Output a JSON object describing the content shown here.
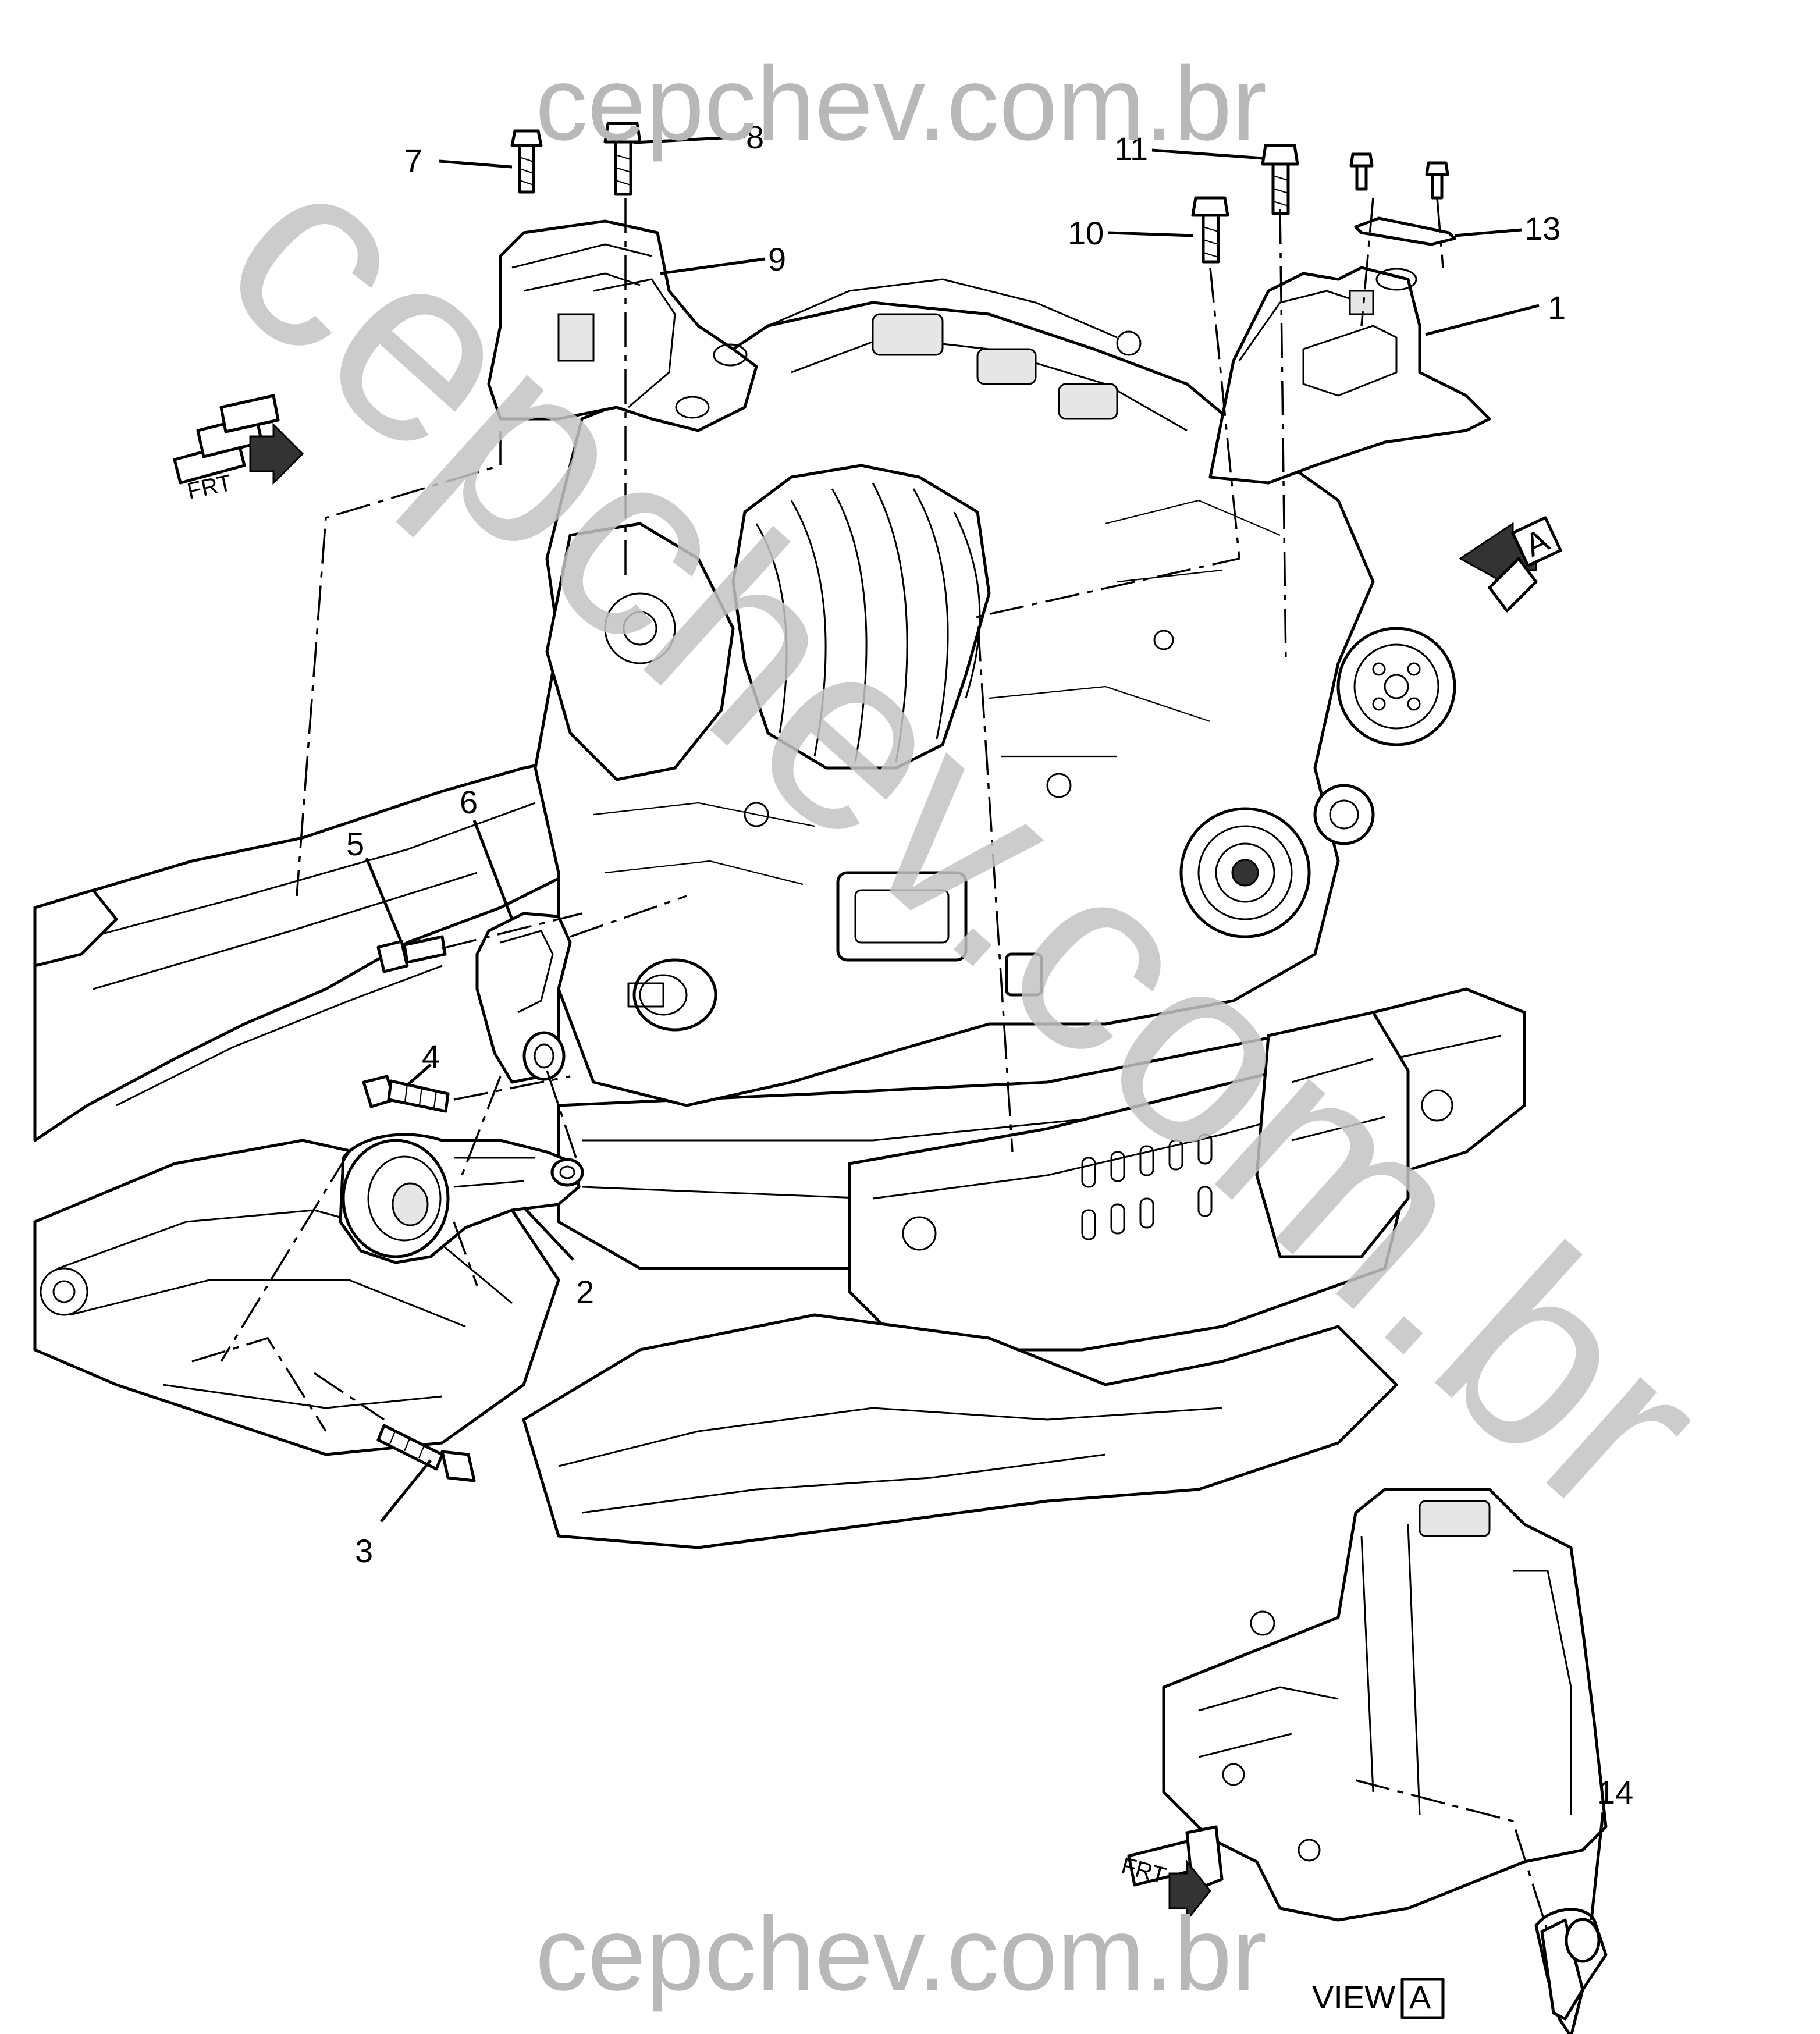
{
  "watermark": {
    "top": "cepchev.com.br",
    "bottom": "cepchev.com.br",
    "diagonal": "cepchev.com.br"
  },
  "callouts": [
    {
      "id": "1",
      "label": "1"
    },
    {
      "id": "2",
      "label": "2"
    },
    {
      "id": "3",
      "label": "3"
    },
    {
      "id": "4",
      "label": "4"
    },
    {
      "id": "5",
      "label": "5"
    },
    {
      "id": "6",
      "label": "6"
    },
    {
      "id": "7",
      "label": "7"
    },
    {
      "id": "8",
      "label": "8"
    },
    {
      "id": "9",
      "label": "9"
    },
    {
      "id": "10",
      "label": "10"
    },
    {
      "id": "11",
      "label": "11"
    },
    {
      "id": "13",
      "label": "13"
    },
    {
      "id": "14",
      "label": "14"
    }
  ],
  "arrows": {
    "frt_main": "FRT",
    "frt_view": "FRT",
    "view_a_marker": "A"
  },
  "view": {
    "label": "VIEW",
    "letter": "A"
  },
  "colors": {
    "line": "#000000",
    "watermark": "#c4c4c4",
    "background": "#ffffff"
  }
}
